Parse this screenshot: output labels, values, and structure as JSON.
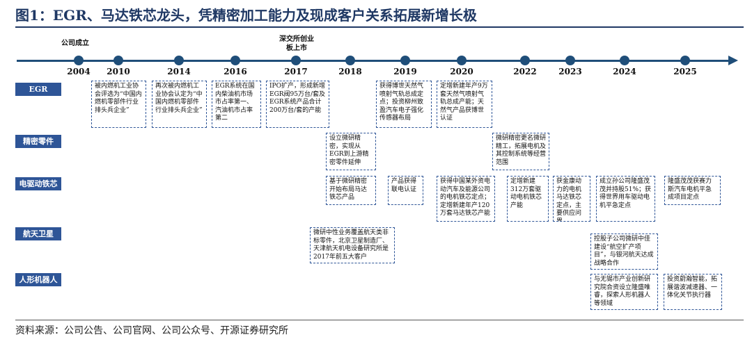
{
  "title": "图1：EGR、马达铁芯龙头，凭精密加工能力及现成客户关系拓展新增长极",
  "source": "资料来源：公司公告、公司官网、公司公众号、开源证券研究所",
  "milestones": {
    "founded": "公司成立",
    "listed": "深交所创业板上市"
  },
  "years": [
    "2004",
    "2010",
    "2014",
    "2016",
    "2017",
    "2018",
    "2019",
    "2020",
    "2022",
    "2023",
    "2024",
    "2025"
  ],
  "rows": {
    "egr": "EGR",
    "precision": "精密零件",
    "motor": "电驱动铁芯",
    "aerospace": "航天卫星",
    "robot": "人形机器人"
  },
  "boxes": {
    "egr_2010": "被内燃机工业协会评选为“中国内燃机零部件行业排头兵企业”",
    "egr_2014": "再次被内燃机工业协会认定为“中国内燃机零部件行业排头兵企业”",
    "egr_2016": "EGR系统在国内柴油机市场市占率第一、汽油机市占率第二",
    "egr_2017": "IPO扩产，形成新增EGR阀95万台/套及EGR系统产品合计200万台/套的产能",
    "egr_2019": "获得博世天然气喷射气轨总成定点；投资柳州致盈汽车电子强化传感器布局",
    "egr_2020": "定增新建年产9万套天然气喷射气轨总成产能；天然气产品获博世认证",
    "precision_2018": "设立微研精密，实现从EGR到上游精密零件延伸",
    "precision_2022": "微研精密更名微研精工，拓展电机及其控制系统等经营范围",
    "motor_2018": "基于微研精密开始布局马达铁芯产品",
    "motor_2019": "产品获得联电认证",
    "motor_2020": "获得中国某外资电动汽车及能源公司的电机铁芯定点；定增新建年产120万套马达铁芯产能",
    "motor_2022": "定增新建312万套驱动电机铁芯产能",
    "motor_2023": "获金康动力的电机马达铁芯定点，主要供应问界",
    "motor_2024": "成立孙公司隆盛茂茂并持股51%；获得世界用车驱动电机平急定点",
    "motor_2025": "隆盛茂茂获赛力斯汽车电机平急成项目定点",
    "aero_2018": "微研中性业务覆盖航天类非标零件，北京卫星制造厂、天津航天机电设备研究所是2017年前五大客户",
    "aero_2024": "控股子公司微研中佳建设“航空扩产项目”，与银河航天达成战略合作",
    "robot_2024": "与无锡市产业创新研究院合资设立隆盛唯睿，探索人形机器人等领域",
    "robot_2025": "投资蔚瀚智能，拓展谐波减速器、一体化关节执行器"
  }
}
